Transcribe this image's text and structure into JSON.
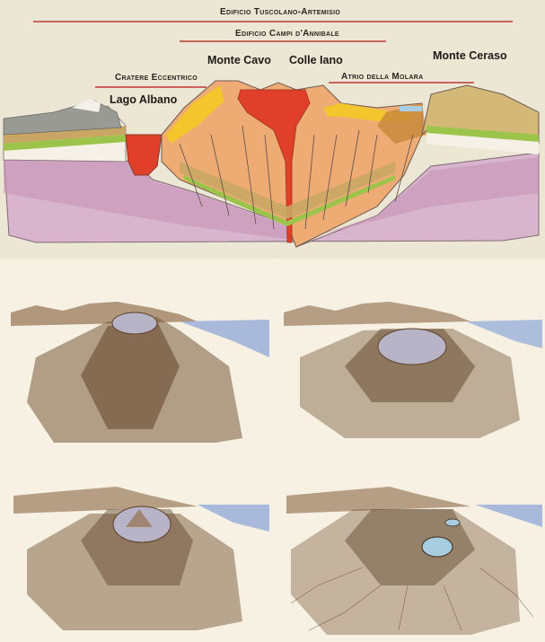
{
  "cross_section": {
    "labels": {
      "edificio_tuscolano": "Edificio Tuscolano-Artemisio",
      "edificio_campi": "Edificio Campi d'Annibale",
      "cratere_eccentrico": "Cratere Eccentrico",
      "atrio_molara": "Atrio della Molara",
      "lago_albano": "Lago Albano",
      "monte_cavo": "Monte Cavo",
      "colle_iano": "Colle Iano",
      "monte_ceraso": "Monte Ceraso"
    },
    "colors": {
      "rule": "#c9645a",
      "magma": "#e0402a",
      "yellow": "#f2c62c",
      "orange": "#eeab74",
      "green": "#9cc44a",
      "ochre": "#c9a664",
      "purple": "#c88fb8",
      "gray": "#9a9a94"
    }
  },
  "stages": {
    "panels": [
      {
        "position": "top-left",
        "description": "volcano cone with summit crater"
      },
      {
        "position": "top-right",
        "description": "widened caldera crater"
      },
      {
        "position": "bottom-left",
        "description": "caldera with inner cone"
      },
      {
        "position": "bottom-right",
        "description": "eroded caldera with crater lakes"
      }
    ],
    "colors": {
      "sepia": "#7a5a3a",
      "paper": "#f6f1e3",
      "sea": "#8ea6d8",
      "lake": "#a8cce0",
      "crater": "#b8b4c8"
    }
  }
}
